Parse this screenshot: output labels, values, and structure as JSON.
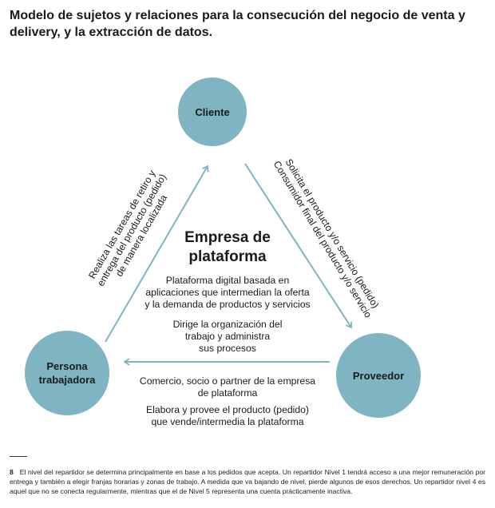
{
  "title": "Modelo de sujetos y relaciones para la consecución del negocio de venta y delivery, y la extracción de datos.",
  "nodes": {
    "cliente": "Cliente",
    "persona": [
      "Persona",
      "trabajadora"
    ],
    "proveedor": "Proveedor"
  },
  "center": {
    "title": [
      "Empresa de",
      "plataforma"
    ],
    "desc1": [
      "Plataforma digital basada en",
      "aplicaciones que intermedian la oferta",
      "y la demanda de productos y servicios"
    ],
    "desc2": [
      "Dirige la organización del",
      "trabajo y administra",
      "sus procesos"
    ]
  },
  "edges": {
    "left": [
      "Realiza las tareas de retiro y",
      "entrega del producto (pedido)",
      "de manera localizada"
    ],
    "right": [
      "Solicita el producto y/o servicio (pedido)",
      "Consumidor final del producto y/o servicio"
    ],
    "bottom1": [
      "Comercio, socio o partner de la empresa",
      "de plataforma"
    ],
    "bottom2": [
      "Elabora y provee el producto (pedido)",
      "que vende/intermedia la plataforma"
    ]
  },
  "footnote": {
    "number": "8",
    "text": "El nivel del repartidor se determina principalmente en base a los pedidos que acepta. Un repartidor Nivel 1 tendrá acceso a una mejor remuneración por entrega y  también a elegir franjas horarias y zonas de trabajo. A medida que va bajando de nivel, pierde algunos de esos derechos. Un repartidor nivel 4 es aquel que no se conecta regularmente, mientras que el de Nivel 5 representa una cuenta prácticamente inactiva."
  },
  "colors": {
    "circle": "#7fb4c2",
    "arrow": "#7fb4c2"
  }
}
